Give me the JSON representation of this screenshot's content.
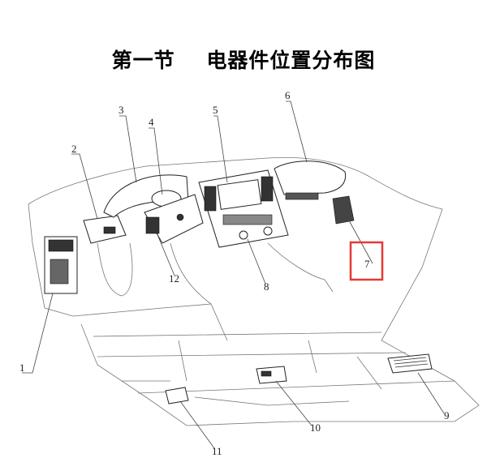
{
  "title": {
    "section": "第一节",
    "heading": "电器件位置分布图"
  },
  "highlight_color": "#e53935",
  "callouts": [
    {
      "number": "1"
    },
    {
      "number": "2"
    },
    {
      "number": "3"
    },
    {
      "number": "4"
    },
    {
      "number": "5"
    },
    {
      "number": "6"
    },
    {
      "number": "7",
      "highlighted": true
    },
    {
      "number": "8"
    },
    {
      "number": "9"
    },
    {
      "number": "10"
    },
    {
      "number": "11"
    },
    {
      "number": "12"
    }
  ]
}
